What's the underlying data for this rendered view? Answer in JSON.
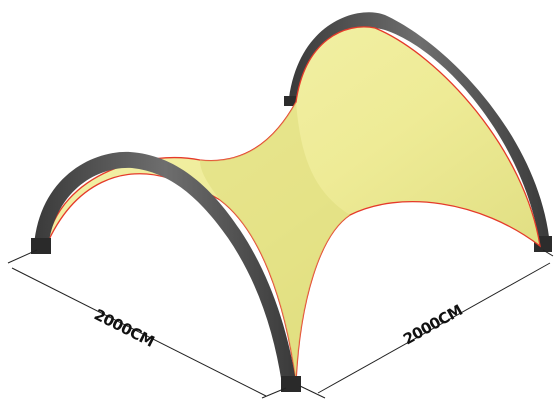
{
  "figure": {
    "dimensions": [
      {
        "label": "2000CM",
        "side": "left"
      },
      {
        "label": "2000CM",
        "side": "right"
      }
    ]
  },
  "colors": {
    "membrane": "#f0ee9a",
    "membrane_shadow": "#d6d470",
    "membrane_edge": "#e53a2a",
    "arch": "#5e5e5e",
    "arch_dark": "#2e2e2e",
    "dimension_line": "#222222"
  }
}
